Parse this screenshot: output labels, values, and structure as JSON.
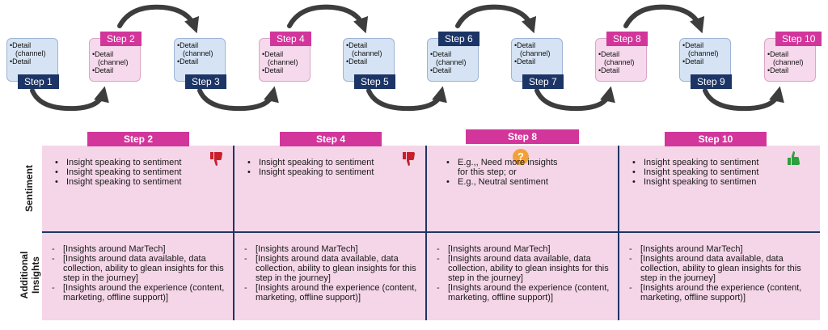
{
  "flow": {
    "steps": [
      {
        "label": "Step 1",
        "style": "blue",
        "details": [
          "Detail",
          "(channel)",
          "Detail"
        ]
      },
      {
        "label": "Step 2",
        "style": "pink",
        "details": [
          "Detail",
          "(channel)",
          "Detail"
        ]
      },
      {
        "label": "Step 3",
        "style": "blue",
        "details": [
          "Detail",
          "(channel)",
          "Detail"
        ]
      },
      {
        "label": "Step 4",
        "style": "pink",
        "details": [
          "Detail",
          "(channel)",
          "Detail"
        ]
      },
      {
        "label": "Step 5",
        "style": "blue",
        "details": [
          "Detail",
          "(channel)",
          "Detail"
        ]
      },
      {
        "label": "Step 6",
        "style": "blue",
        "details": [
          "Detail",
          "(channel)",
          "Detail"
        ]
      },
      {
        "label": "Step 7",
        "style": "blue",
        "details": [
          "Detail",
          "(channel)",
          "Detail"
        ]
      },
      {
        "label": "Step 8",
        "style": "pink",
        "details": [
          "Detail",
          "(channel)",
          "Detail"
        ]
      },
      {
        "label": "Step 9",
        "style": "blue",
        "details": [
          "Detail",
          "(channel)",
          "Detail"
        ]
      },
      {
        "label": "Step 10",
        "style": "pink",
        "details": [
          "Detail",
          "(channel)",
          "Detail"
        ]
      }
    ]
  },
  "table": {
    "row_labels": {
      "sentiment": "Sentiment",
      "additional_1": "Additional",
      "additional_2": "Insights"
    },
    "columns": [
      {
        "header": "Step 2",
        "sentiment_icon": "thumbs-down-icon",
        "sentiment": [
          "Insight speaking to sentiment",
          "Insight speaking to sentiment",
          "Insight speaking to sentiment"
        ],
        "insights": [
          "[Insights around MarTech]",
          "[Insights around data available, data collection, ability to glean insights for this step in the journey]",
          "[Insights around the experience (content, marketing, offline support)]"
        ]
      },
      {
        "header": "Step 4",
        "sentiment_icon": "thumbs-down-icon",
        "sentiment": [
          "Insight speaking to sentiment",
          "Insight speaking to sentiment"
        ],
        "insights": [
          "[Insights around MarTech]",
          "[Insights around data available, data collection, ability to glean insights for this step in the journey]",
          "[Insights around the experience (content, marketing, offline support)]"
        ]
      },
      {
        "header": "Step 8",
        "sentiment_icon": "question-icon",
        "question_mark": "?",
        "sentiment": [
          "E.g.,, Need more insights for this step; or",
          "E.g., Neutral sentiment"
        ],
        "insights": [
          "[Insights around MarTech]",
          "[Insights around data available, data collection, ability to glean insights for this step in the journey]",
          "[Insights around the experience (content, marketing, offline support)]"
        ]
      },
      {
        "header": "Step 10",
        "sentiment_icon": "thumbs-up-icon",
        "sentiment": [
          "Insight speaking to sentiment",
          "Insight speaking to sentiment",
          "Insight speaking to sentimen"
        ],
        "insights": [
          "[Insights around MarTech]",
          "[Insights around data available, data collection, ability to glean insights for this step in the journey]",
          "[Insights around the experience (content, marketing, offline support)]"
        ]
      }
    ]
  },
  "colors": {
    "navy": "#1c3566",
    "magenta": "#d2369a",
    "pink_panel": "#f5d6e8",
    "blue_box": "#d5e3f4",
    "thumbs_down": "#c8202a",
    "thumbs_up": "#2e9e3e",
    "question": "#f2a13a",
    "arrow": "#3d3d3d"
  }
}
